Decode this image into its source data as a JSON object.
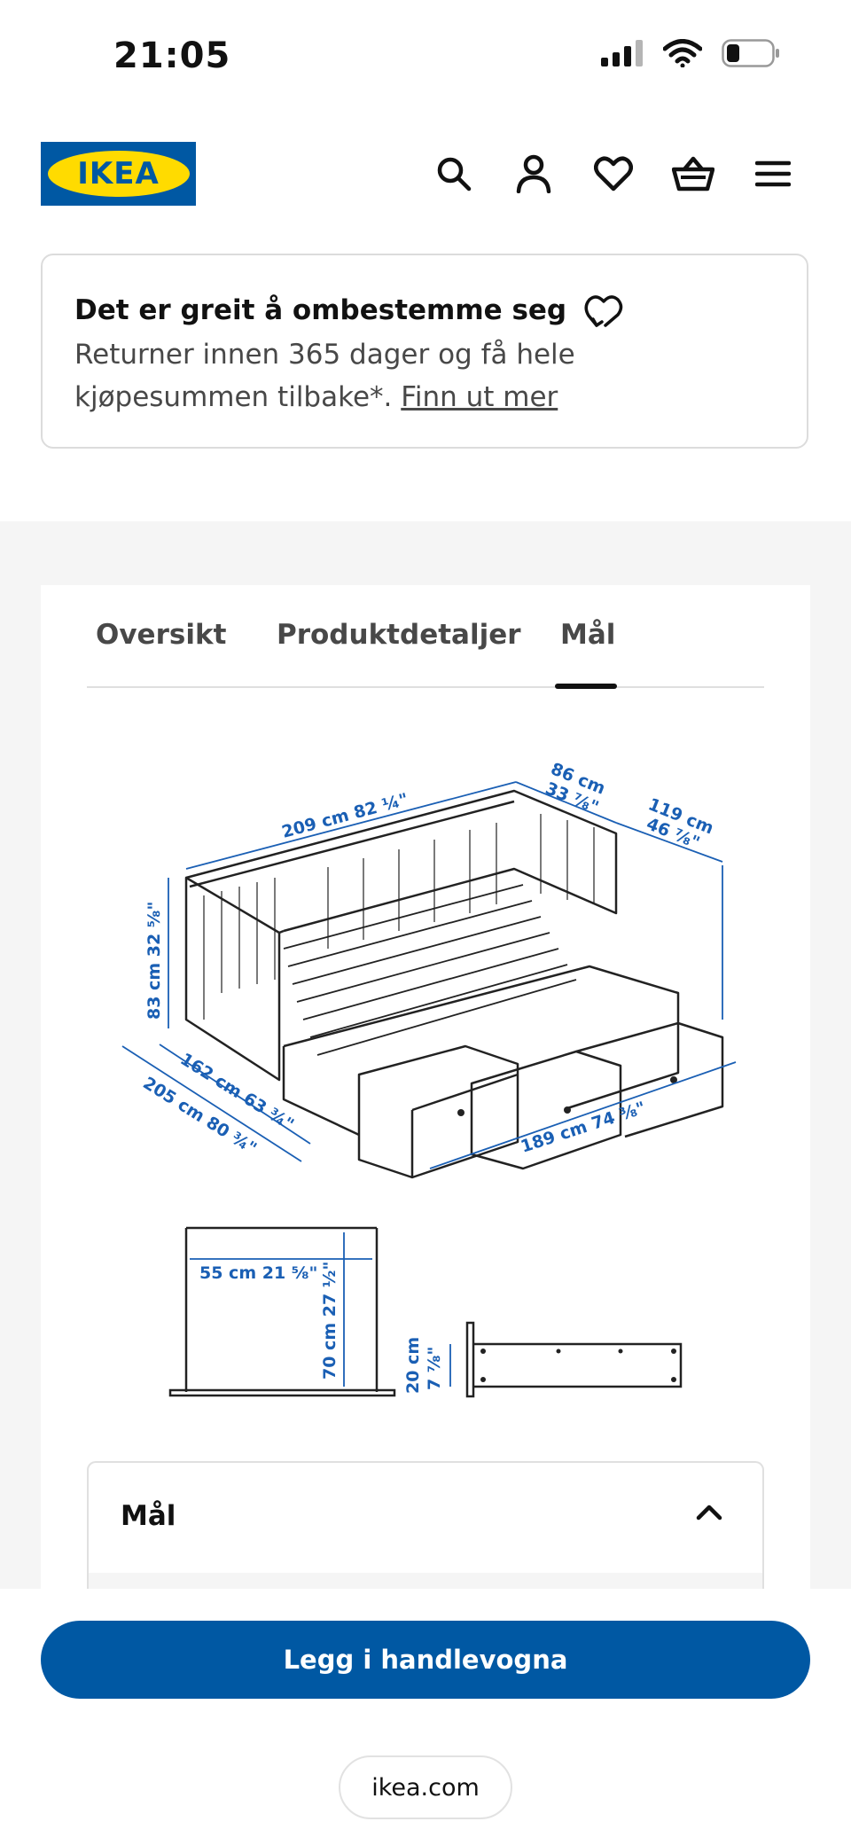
{
  "status_bar": {
    "time": "21:05",
    "icons": [
      "signal-icon",
      "wifi-icon",
      "battery-icon"
    ]
  },
  "header": {
    "logo_text": "IKEA",
    "nav_icons": [
      "search-icon",
      "user-icon",
      "heart-icon",
      "basket-icon",
      "menu-icon"
    ]
  },
  "notice": {
    "title": "Det er greit å ombestemme seg",
    "body": "Returner innen 365 dager og få hele kjøpesummen tilbake*.",
    "link": "Finn ut mer"
  },
  "tabs": {
    "items": [
      {
        "label": "Oversikt"
      },
      {
        "label": "Produktdetaljer"
      },
      {
        "label": "Mål"
      }
    ],
    "active": "Mål"
  },
  "diagram": {
    "length_top": "209 cm 82 ¼\"",
    "depth_top_cm": "86 cm",
    "depth_top_in": "33 ⅞\"",
    "height_back_cm": "119 cm",
    "height_back_in": "46 ⅞\"",
    "height_side": "83 cm 32 ⅝\"",
    "width_inner": "162 cm 63 ¾\"",
    "width_outer": "205 cm 80 ¾\"",
    "length_bottom": "189 cm 74 ⅜\"",
    "side_width": "55 cm 21 ⅝\"",
    "side_height": "70 cm 27 ½\"",
    "drawer_height_cm": "20 cm",
    "drawer_height_in": "7 ⅞\""
  },
  "accordion": {
    "title": "Mål"
  },
  "cta": {
    "label": "Legg i handlevogna"
  },
  "browser": {
    "url": "ikea.com"
  },
  "colors": {
    "ikea_blue": "#0058a3",
    "ikea_yellow": "#ffdb00",
    "dimension_blue": "#1a5fb4"
  }
}
